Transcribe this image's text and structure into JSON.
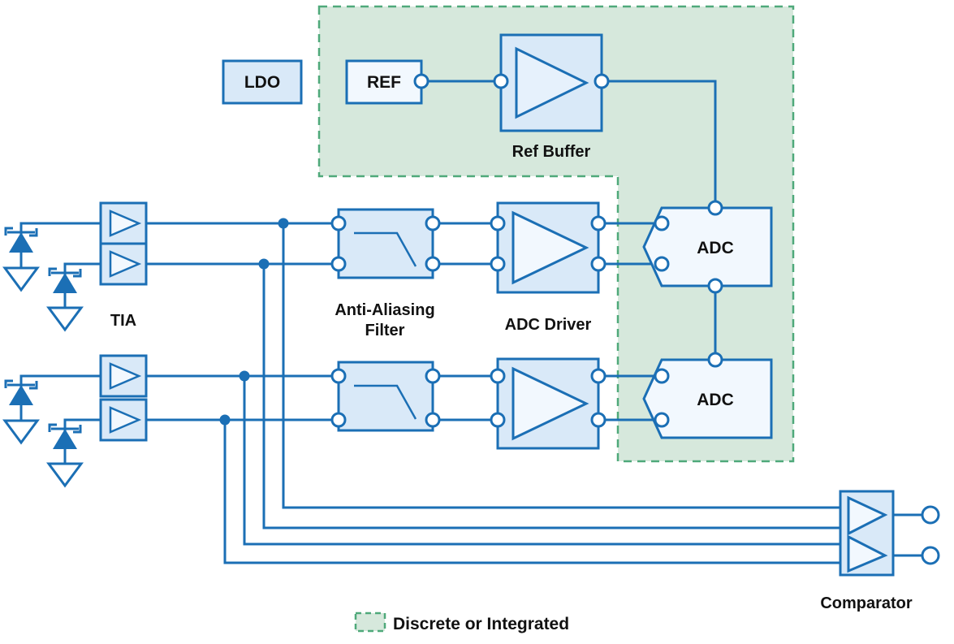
{
  "diagram": {
    "title": "Optical front-end signal chain block diagram",
    "colors": {
      "line": "#1b6fb5",
      "block_fill": "#d9e9f8",
      "block_stroke": "#1b6fb5",
      "inner_fill": "#f2f8fe",
      "region_fill": "#d6e8dc",
      "region_stroke": "#4fa97a",
      "text": "#111111",
      "background": "#ffffff"
    },
    "blocks": {
      "ldo": "LDO",
      "ref": "REF",
      "ref_buffer": "Ref Buffer",
      "tia": "TIA",
      "anti_aliasing_filter": "Anti-Aliasing\nFilter",
      "anti_aliasing_filter_line1": "Anti-Aliasing",
      "anti_aliasing_filter_line2": "Filter",
      "adc_driver": "ADC Driver",
      "adc_top": "ADC",
      "adc_bottom": "ADC",
      "comparator": "Comparator"
    },
    "legend": {
      "label": "Discrete or Integrated",
      "swatch_fill": "#d6e8dc",
      "swatch_stroke": "#4fa97a"
    }
  }
}
